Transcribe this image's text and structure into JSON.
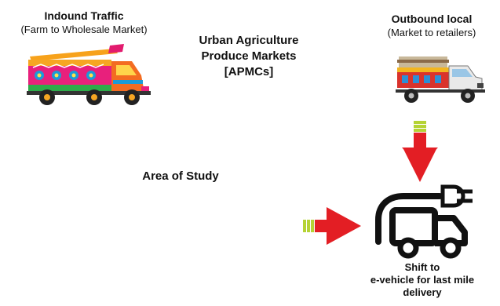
{
  "inbound": {
    "title": "Indound Traffic",
    "subtitle": "(Farm to Wholesale Market)"
  },
  "center": {
    "line1": "Urban Agriculture",
    "line2": "Produce Markets",
    "line3": "[APMCs]"
  },
  "outbound": {
    "title": "Outbound local",
    "subtitle": "(Market to retailers)"
  },
  "area_of_study": "Area of Study",
  "shift": {
    "line1": "Shift to",
    "line2": "e-vehicle for last mile",
    "line3": "delivery"
  },
  "colors": {
    "arrow_red": "#e31e24",
    "arrow_tail_green": "#b5d334",
    "icon_black": "#111111"
  },
  "icons": {
    "inbound_vehicle": "decorated-truck-icon",
    "outbound_vehicle": "decorated-pickup-truck-icon",
    "down_arrow": "red-down-arrow-icon",
    "right_arrow": "red-right-arrow-icon",
    "ev_icon": "electric-delivery-truck-icon"
  }
}
